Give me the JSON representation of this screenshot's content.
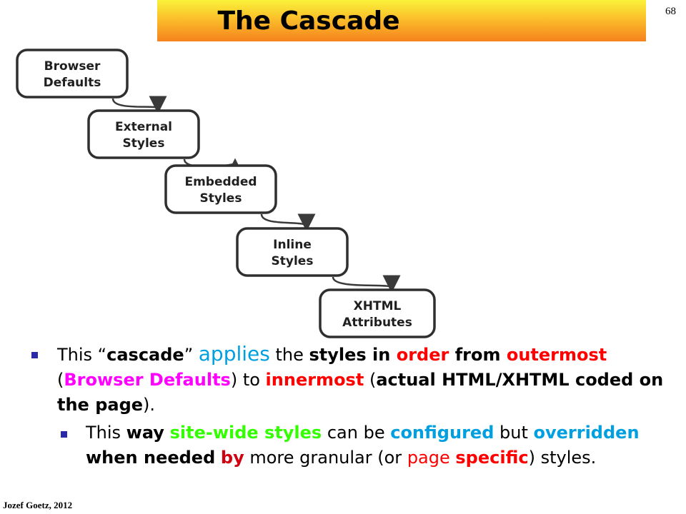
{
  "slide": {
    "title": "The Cascade",
    "number": "68",
    "author": "Jozef Goetz, 2012"
  },
  "diagram": {
    "steps": [
      {
        "line1": "Browser",
        "line2": "Defaults"
      },
      {
        "line1": "External",
        "line2": "Styles"
      },
      {
        "line1": "Embedded",
        "line2": "Styles"
      },
      {
        "line1": "Inline",
        "line2": "Styles"
      },
      {
        "line1": "XHTML",
        "line2": "Attributes"
      }
    ]
  },
  "bullets": {
    "main": [
      {
        "text": "This “",
        "style": ""
      },
      {
        "text": "cascade",
        "style": "b"
      },
      {
        "text": "” ",
        "style": ""
      },
      {
        "text": "applies",
        "style": "blue big"
      },
      {
        "text": " the ",
        "style": ""
      },
      {
        "text": "styles in ",
        "style": "b"
      },
      {
        "text": "order",
        "style": "b red"
      },
      {
        "text": " from ",
        "style": "b"
      },
      {
        "text": "outermost",
        "style": "b red"
      },
      {
        "text": " (",
        "style": ""
      },
      {
        "text": "Browser Defaults",
        "style": "b mag"
      },
      {
        "text": ") to ",
        "style": ""
      },
      {
        "text": "innermost",
        "style": "b red"
      },
      {
        "text": " (",
        "style": ""
      },
      {
        "text": "actual HTML/XHTML coded on the page",
        "style": "b"
      },
      {
        "text": ").",
        "style": ""
      }
    ],
    "sub": [
      {
        "text": "This ",
        "style": ""
      },
      {
        "text": "way",
        "style": "b"
      },
      {
        "text": " ",
        "style": ""
      },
      {
        "text": "site-wide styles",
        "style": "b green"
      },
      {
        "text": " can be ",
        "style": ""
      },
      {
        "text": "configured",
        "style": "b blue"
      },
      {
        "text": " but ",
        "style": ""
      },
      {
        "text": "overridden",
        "style": "b blue"
      },
      {
        "text": " ",
        "style": ""
      },
      {
        "text": "when needed",
        "style": "b"
      },
      {
        "text": " ",
        "style": ""
      },
      {
        "text": "by",
        "style": "b dkred"
      },
      {
        "text": " more granular (or ",
        "style": ""
      },
      {
        "text": "page ",
        "style": "red"
      },
      {
        "text": "specific",
        "style": "b red"
      },
      {
        "text": ") styles.",
        "style": ""
      }
    ]
  }
}
